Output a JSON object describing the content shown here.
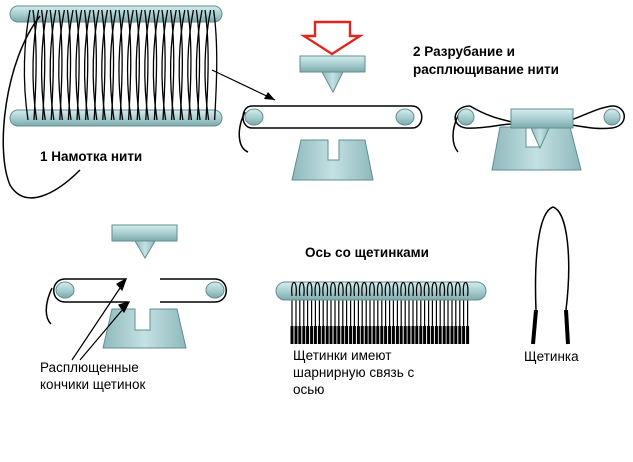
{
  "labels": {
    "step1": "1 Намотка нити",
    "step2_line1": "2 Разрубание и",
    "step2_line2": "расплющивание нити",
    "axis_bristles": "Ось со щетинками",
    "flat_tips_line1": "Расплющенные",
    "flat_tips_line2": "кончики щетинок",
    "hinge_line1": "Щетинки имеют",
    "hinge_line2": "шарнирную связь с",
    "hinge_line3": "осью",
    "bristle": "Щетинка"
  },
  "colors": {
    "steel": "#a9cfd1",
    "steel_edge": "#5f8f93",
    "arrow": "#e0261d",
    "wire": "#000000"
  }
}
